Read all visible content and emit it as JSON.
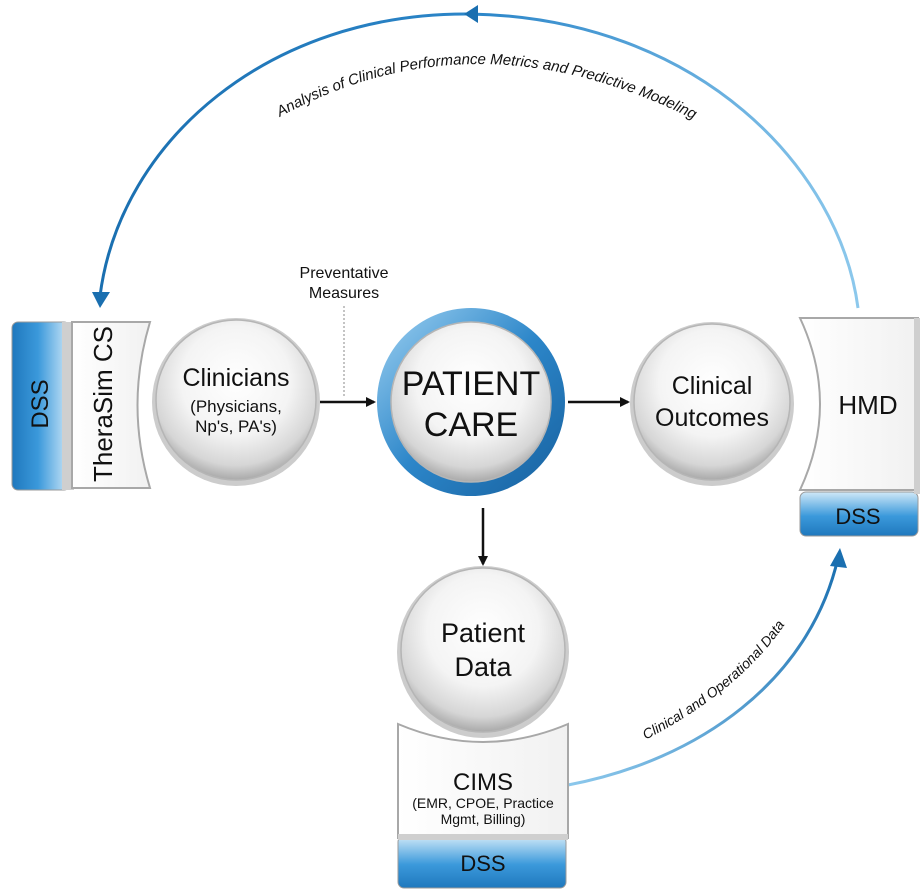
{
  "top_arc_label": "Analysis of Clinical Performance Metrics and Predictive Modeling",
  "bottom_arc_label": "Clinical and Operational Data",
  "preventative": {
    "line1": "Preventative",
    "line2": "Measures"
  },
  "left_panel": {
    "label": "TheraSim CS",
    "dss": "DSS"
  },
  "right_panel": {
    "label": "HMD",
    "dss": "DSS"
  },
  "bottom_panel": {
    "label": "CIMS",
    "sub1": "(EMR, CPOE, Practice",
    "sub2": "Mgmt, Billing)",
    "dss": "DSS"
  },
  "nodes": {
    "clinicians": {
      "title": "Clinicians",
      "sub1": "(Physicians,",
      "sub2": "Np's, PA's)"
    },
    "patient_care": {
      "line1": "PATIENT",
      "line2": "CARE"
    },
    "clinical_outcomes": {
      "line1": "Clinical",
      "line2": "Outcomes"
    },
    "patient_data": {
      "line1": "Patient",
      "line2": "Data"
    }
  },
  "colors": {
    "arc_dark": "#1a6fb0",
    "arc_light": "#8cc8ec",
    "dss_blue": "#2f8fd2",
    "ring_blue": "#2c86c9"
  }
}
